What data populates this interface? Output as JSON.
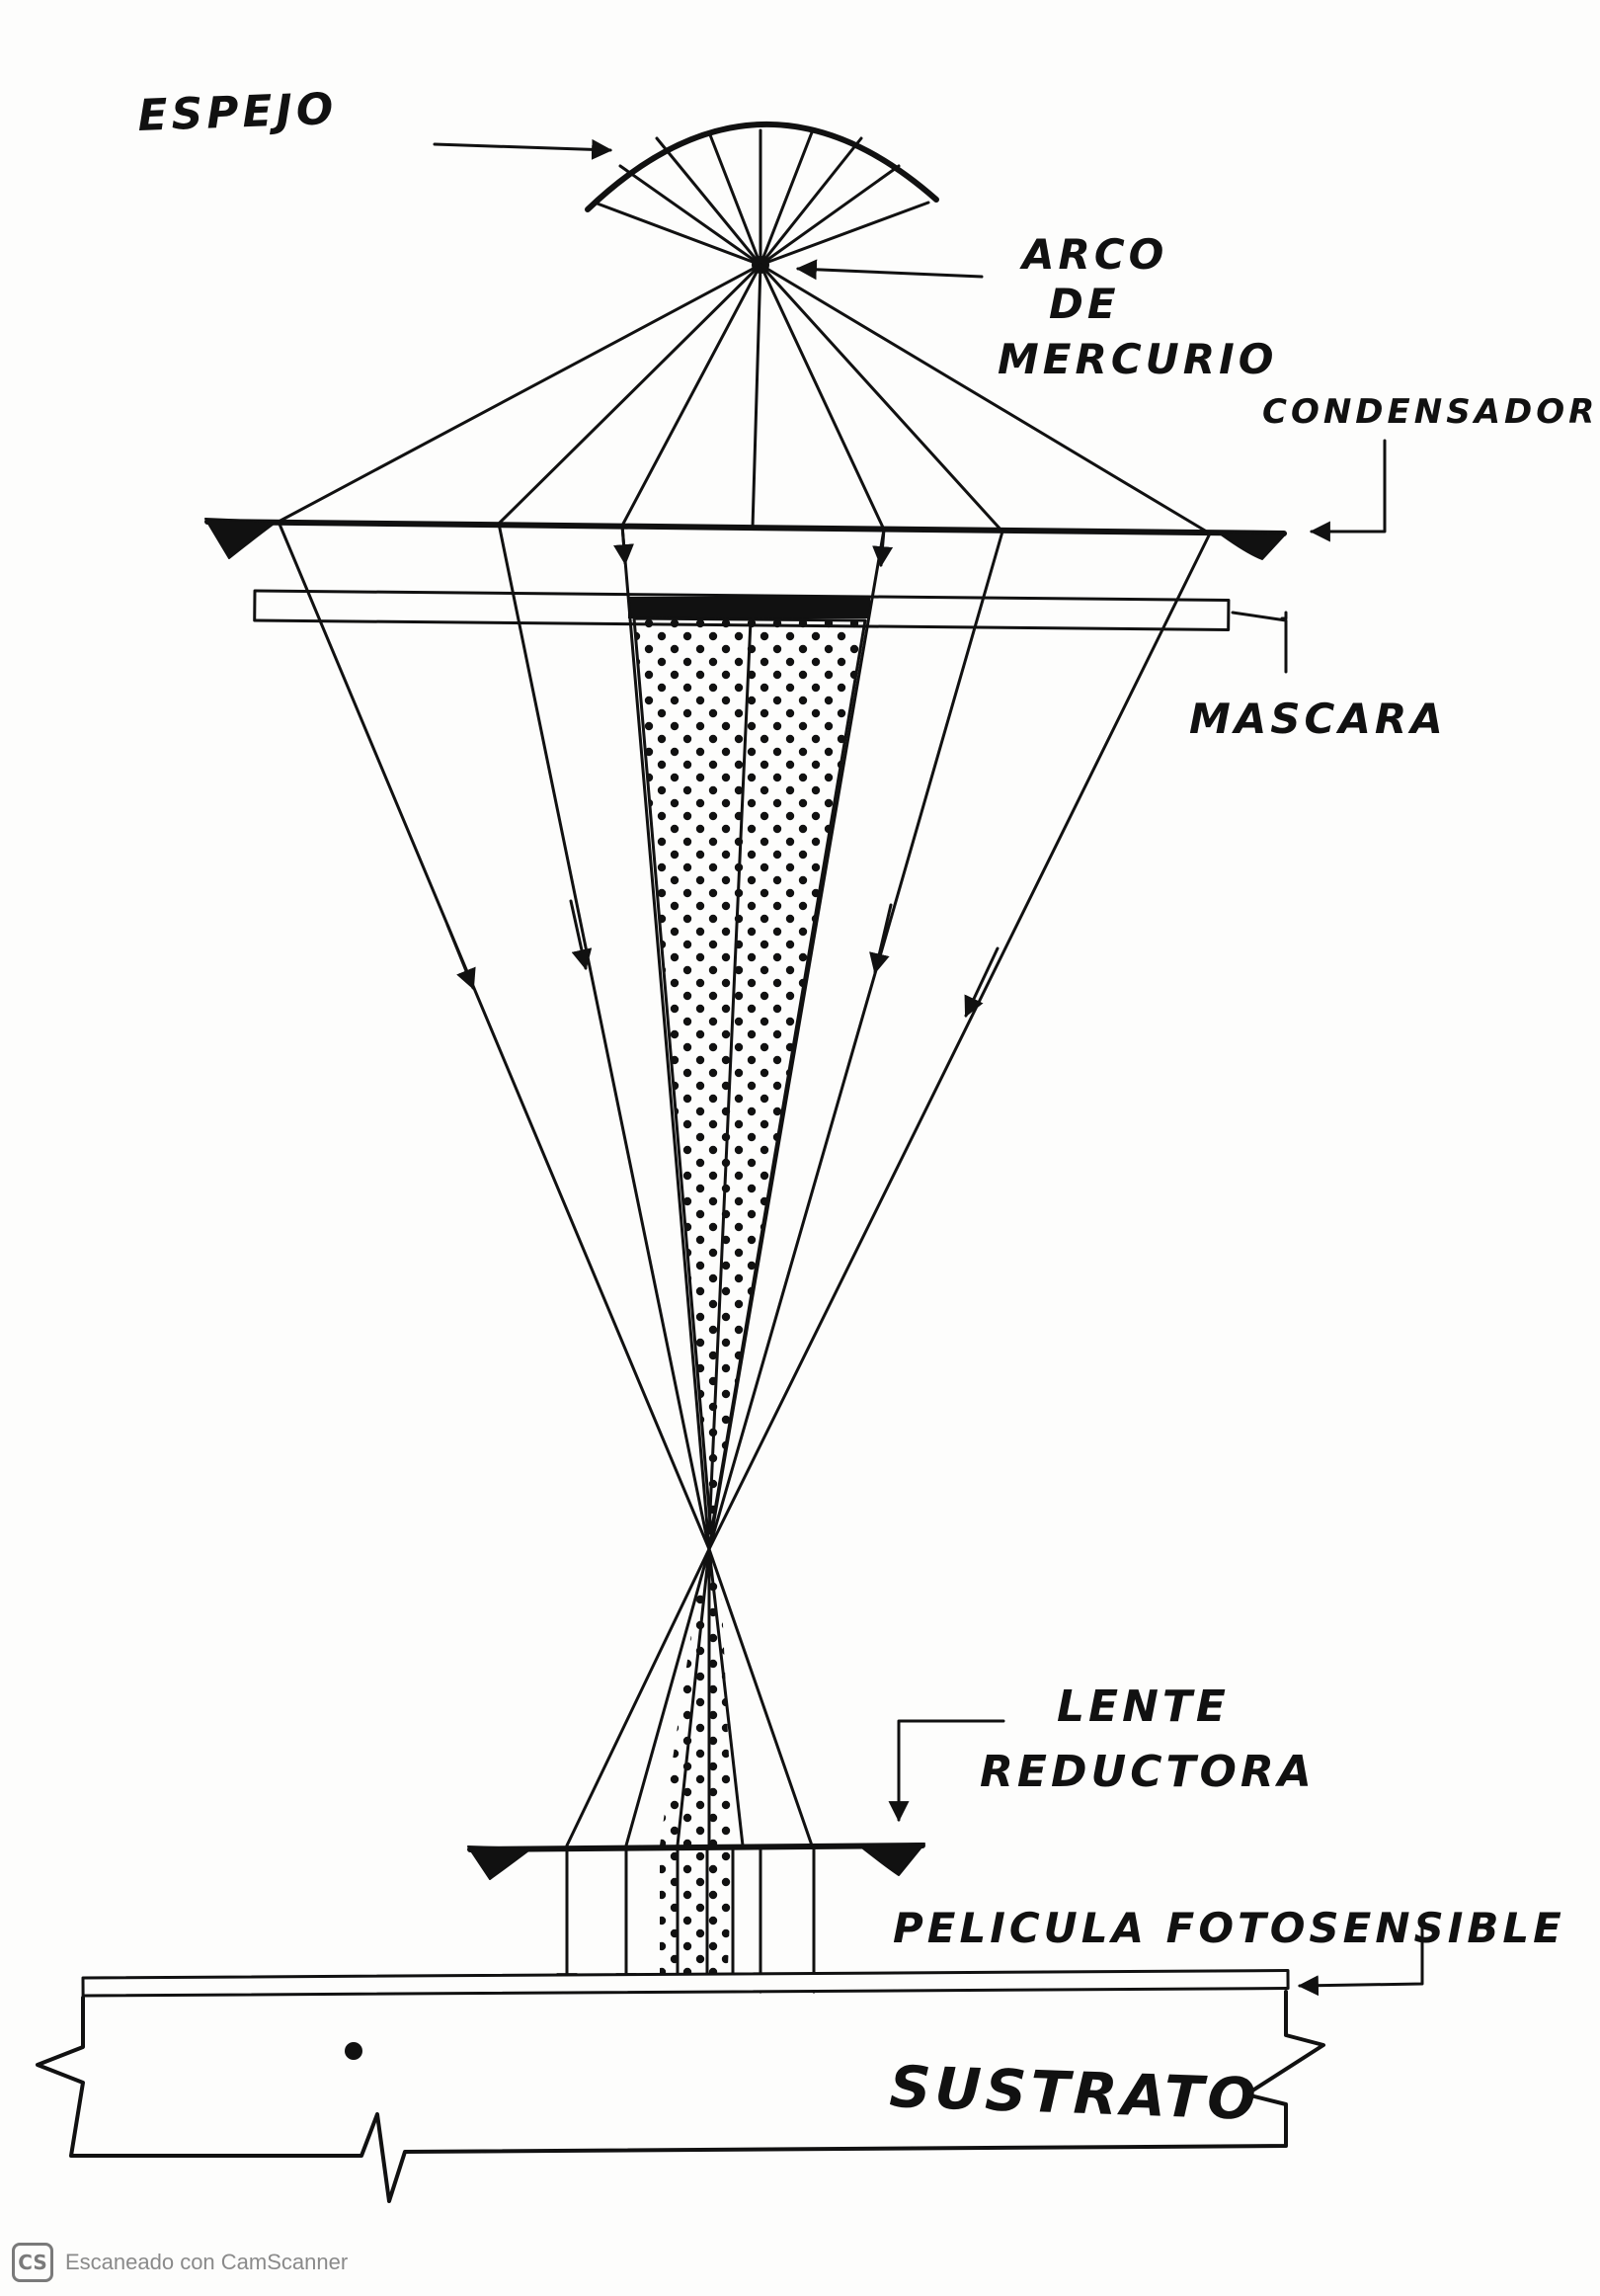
{
  "labels": {
    "espejo": "ESPEJO",
    "arco_line1": "ARCO",
    "arco_line2": "DE",
    "arco_line3": "MERCURIO",
    "condensador": "CONDENSADOR",
    "mascara": "MASCARA",
    "lente_line1": "LENTE",
    "lente_line2": "REDUCTORA",
    "pelicula": "PELICULA FOTOSENSIBLE",
    "sustrato": "SUSTRATO"
  },
  "footer": {
    "logo": "CS",
    "text": "Escaneado con CamScanner"
  },
  "colors": {
    "ink": "#111111",
    "paper": "#fdfdfc",
    "footer_gray": "#8a8a8a"
  }
}
